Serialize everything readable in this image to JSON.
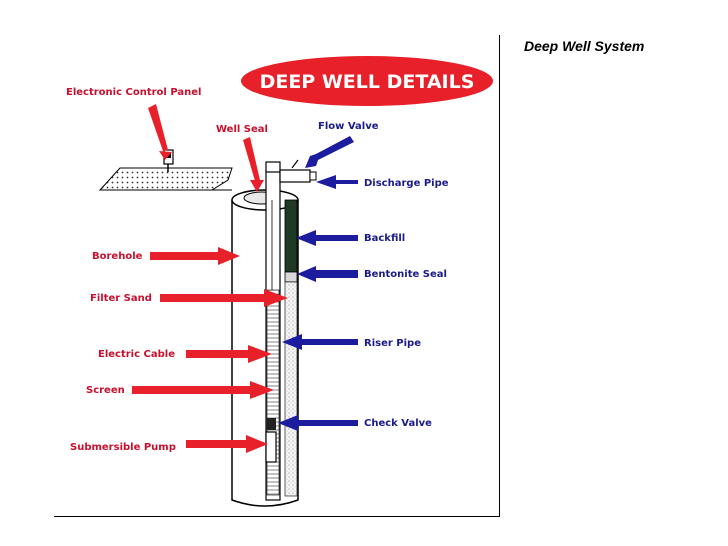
{
  "side_title": "Deep Well System",
  "banner": {
    "text": "DEEP WELL DETAILS",
    "color": "#e8202a"
  },
  "colors": {
    "red_arrow": "#e8202a",
    "blue_arrow": "#1c1c9e",
    "label_red": "#c8102e",
    "label_blue": "#1a1a8a",
    "backfill": "#1e3a24"
  },
  "labels_left": [
    {
      "key": "control_panel",
      "text": "Electronic Control Panel"
    },
    {
      "key": "well_seal",
      "text": "Well Seal"
    },
    {
      "key": "borehole",
      "text": "Borehole"
    },
    {
      "key": "filter_sand",
      "text": "Filter Sand"
    },
    {
      "key": "electric_cable",
      "text": "Electric Cable"
    },
    {
      "key": "screen",
      "text": "Screen"
    },
    {
      "key": "submersible_pump",
      "text": "Submersible Pump"
    }
  ],
  "labels_right": [
    {
      "key": "flow_valve",
      "text": "Flow Valve"
    },
    {
      "key": "discharge_pipe",
      "text": "Discharge Pipe"
    },
    {
      "key": "backfill",
      "text": "Backfill"
    },
    {
      "key": "bentonite_seal",
      "text": "Bentonite Seal"
    },
    {
      "key": "riser_pipe",
      "text": "Riser Pipe"
    },
    {
      "key": "check_valve",
      "text": "Check Valve"
    }
  ]
}
